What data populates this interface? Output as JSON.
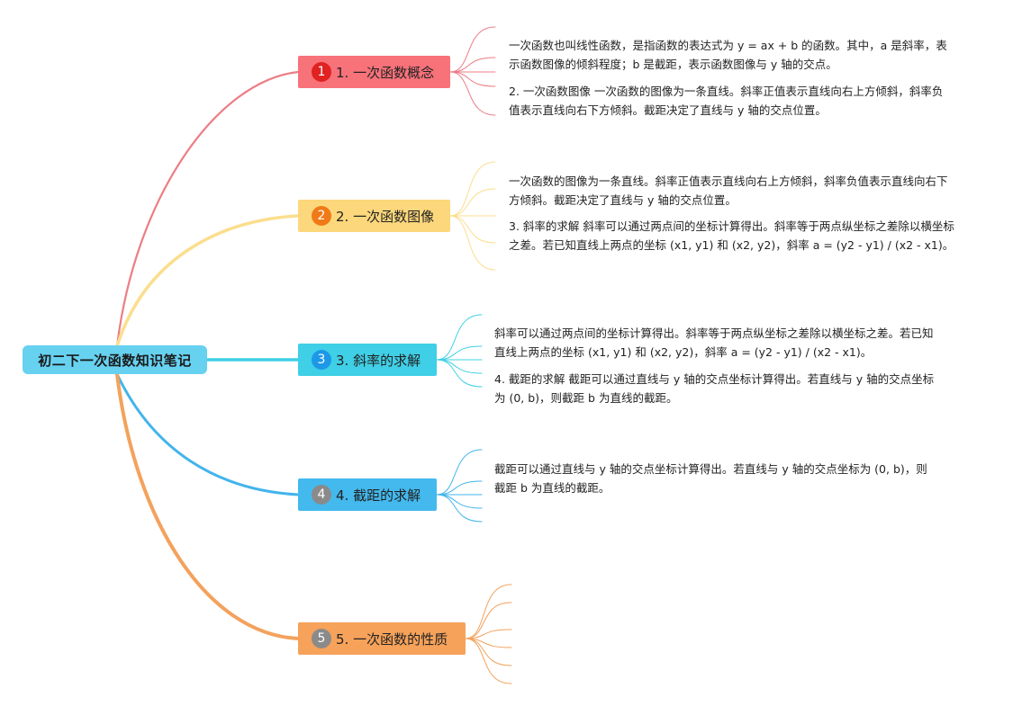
{
  "root": {
    "title": "初二下一次函数知识笔记",
    "color": "#67d1f0"
  },
  "topics": [
    {
      "number": "1",
      "label": "1. 一次函数概念",
      "fill": "#f8727a",
      "badge_color": "#e02222",
      "branch_color": "#ec7d85",
      "notes": [
        "一次函数也叫线性函数，是指函数的表达式为 y = ax + b 的函数。其中，a 是斜率，表示函数图像的倾斜程度；b 是截距，表示函数图像与 y 轴的交点。",
        "2. 一次函数图像 一次函数的图像为一条直线。斜率正值表示直线向右上方倾斜，斜率负值表示直线向右下方倾斜。截距决定了直线与 y 轴的交点位置。"
      ]
    },
    {
      "number": "2",
      "label": "2. 一次函数图像",
      "fill": "#fcd77c",
      "badge_color": "#f07a17",
      "branch_color": "#fbde8e",
      "notes": [
        "一次函数的图像为一条直线。斜率正值表示直线向右上方倾斜，斜率负值表示直线向右下方倾斜。截距决定了直线与 y 轴的交点位置。",
        "3. 斜率的求解 斜率可以通过两点间的坐标计算得出。斜率等于两点纵坐标之差除以横坐标之差。若已知直线上两点的坐标 (x1, y1) 和 (x2, y2)，斜率 a = (y2 - y1) / (x2 - x1)。"
      ]
    },
    {
      "number": "3",
      "label": "3. 斜率的求解",
      "fill": "#3fcfe6",
      "badge_color": "#1d98e6",
      "branch_color": "#3fd0e6",
      "notes": [
        "斜率可以通过两点间的坐标计算得出。斜率等于两点纵坐标之差除以横坐标之差。若已知直线上两点的坐标 (x1, y1) 和 (x2, y2)，斜率 a = (y2 - y1) / (x2 - x1)。",
        "4. 截距的求解 截距可以通过直线与 y 轴的交点坐标计算得出。若直线与 y 轴的交点坐标为 (0, b)，则截距 b 为直线的截距。"
      ]
    },
    {
      "number": "4",
      "label": "4. 截距的求解",
      "fill": "#43b9ee",
      "badge_color": "#8a8a8a",
      "branch_color": "#43b4ec",
      "notes": [
        "截距可以通过直线与 y 轴的交点坐标计算得出。若直线与 y 轴的交点坐标为 (0, b)，则截距 b 为直线的截距。"
      ]
    },
    {
      "number": "5",
      "label": "5. 一次函数的性质",
      "fill": "#f6a25a",
      "badge_color": "#8a8a8a",
      "branch_color": "#f3a25d",
      "notes": []
    }
  ]
}
